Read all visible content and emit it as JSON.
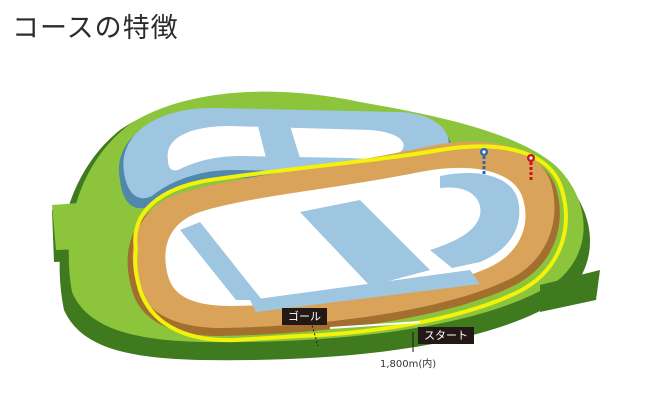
{
  "header": {
    "title": "コースの特徴"
  },
  "course": {
    "goal_label": "ゴール",
    "start_label": "スタート",
    "distance_label": "1,800m(内)"
  },
  "colors": {
    "outer_turf": "#8cc43c",
    "turf_shadow": "#3f7a1f",
    "dirt": "#d9a45a",
    "dirt_edge": "#a36f2e",
    "training_track": "#9ec6e0",
    "training_shadow": "#4f87ad",
    "rail_yellow": "#f2f20a",
    "callout_bg": "#231815"
  }
}
